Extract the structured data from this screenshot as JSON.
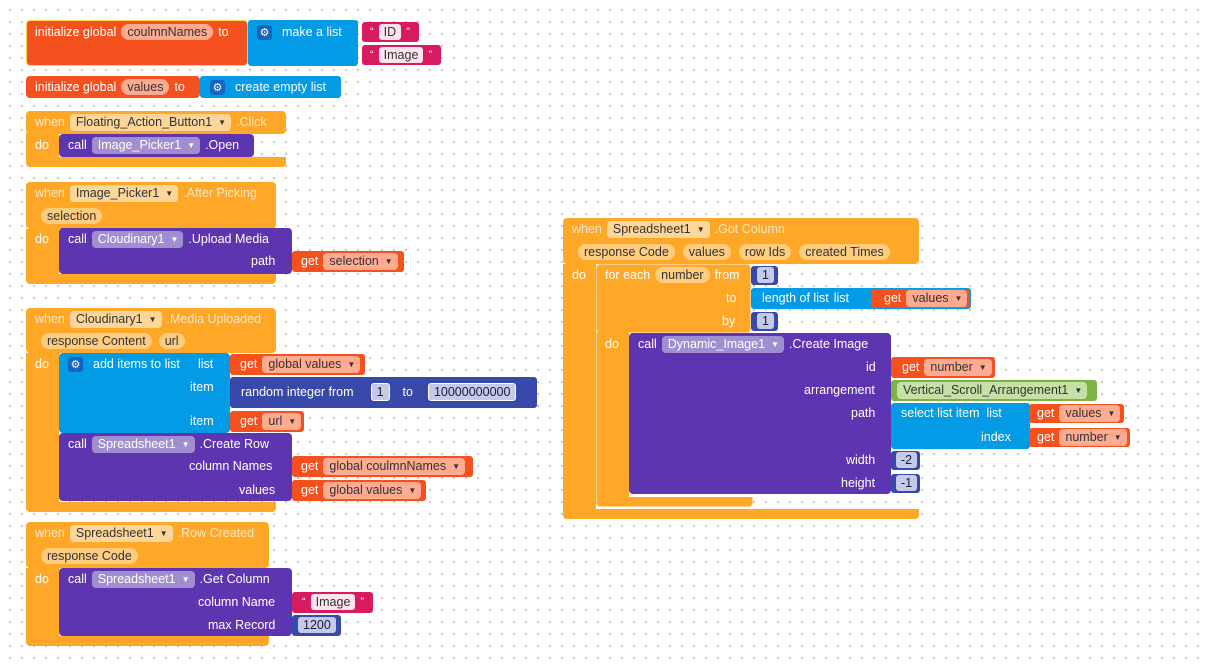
{
  "b1": {
    "init": "initialize global",
    "name": "coulmnNames",
    "to": "to",
    "make": "make a list",
    "q": "“",
    "q2": "”",
    "item1": "ID",
    "item2": "Image"
  },
  "b2": {
    "init": "initialize global",
    "name": "values",
    "to": "to",
    "make": "create empty list"
  },
  "b3": {
    "when": "when",
    "comp": "Floating_Action_Button1",
    "event": ".Click",
    "do": "do",
    "call": "call",
    "target": "Image_Picker1",
    "method": ".Open"
  },
  "b4": {
    "when": "when",
    "comp": "Image_Picker1",
    "event": ".After Picking",
    "param": "selection",
    "do": "do",
    "call": "call",
    "target": "Cloudinary1",
    "method": ".Upload Media",
    "path": "path",
    "get": "get",
    "var": "selection"
  },
  "b5": {
    "when": "when",
    "comp": "Cloudinary1",
    "event": ".Media Uploaded",
    "param1": "response Content",
    "param2": "url",
    "do": "do",
    "add": "add items to list",
    "list": "list",
    "get": "get",
    "listvar": "global values",
    "item": "item",
    "rand": "random integer from",
    "from": "1",
    "to": "to",
    "max": "10000000000",
    "itemvar": "url",
    "call": "call",
    "target": "Spreadsheet1",
    "method": ".Create Row",
    "colnames": "column Names",
    "colvar": "global coulmnNames",
    "values": "values",
    "valvar": "global values"
  },
  "b6": {
    "when": "when",
    "comp": "Spreadsheet1",
    "event": ".Row Created",
    "param": "response Code",
    "do": "do",
    "call": "call",
    "target": "Spreadsheet1",
    "method": ".Get Column",
    "colname": "column Name",
    "q": "“",
    "q2": "”",
    "colval": "Image",
    "maxrec": "max Record",
    "maxval": "1200"
  },
  "b7": {
    "when": "when",
    "comp": "Spreadsheet1",
    "event": ".Got Column",
    "p1": "response Code",
    "p2": "values",
    "p3": "row Ids",
    "p4": "created Times",
    "do": "do",
    "foreach": "for each",
    "loopvar": "number",
    "from": "from",
    "fromval": "1",
    "to": "to",
    "len": "length of list",
    "list": "list",
    "get": "get",
    "lenvar": "values",
    "by": "by",
    "byval": "1",
    "do2": "do",
    "call": "call",
    "target": "Dynamic_Image1",
    "method": ".Create Image",
    "id": "id",
    "idvar": "number",
    "arr": "arrangement",
    "arrval": "Vertical_Scroll_Arrangement1",
    "path": "path",
    "sel": "select list item",
    "sellist": "list",
    "selvar": "values",
    "index": "index",
    "idxvar": "number",
    "width": "width",
    "wval": "-2",
    "height": "height",
    "hval": "-1"
  }
}
